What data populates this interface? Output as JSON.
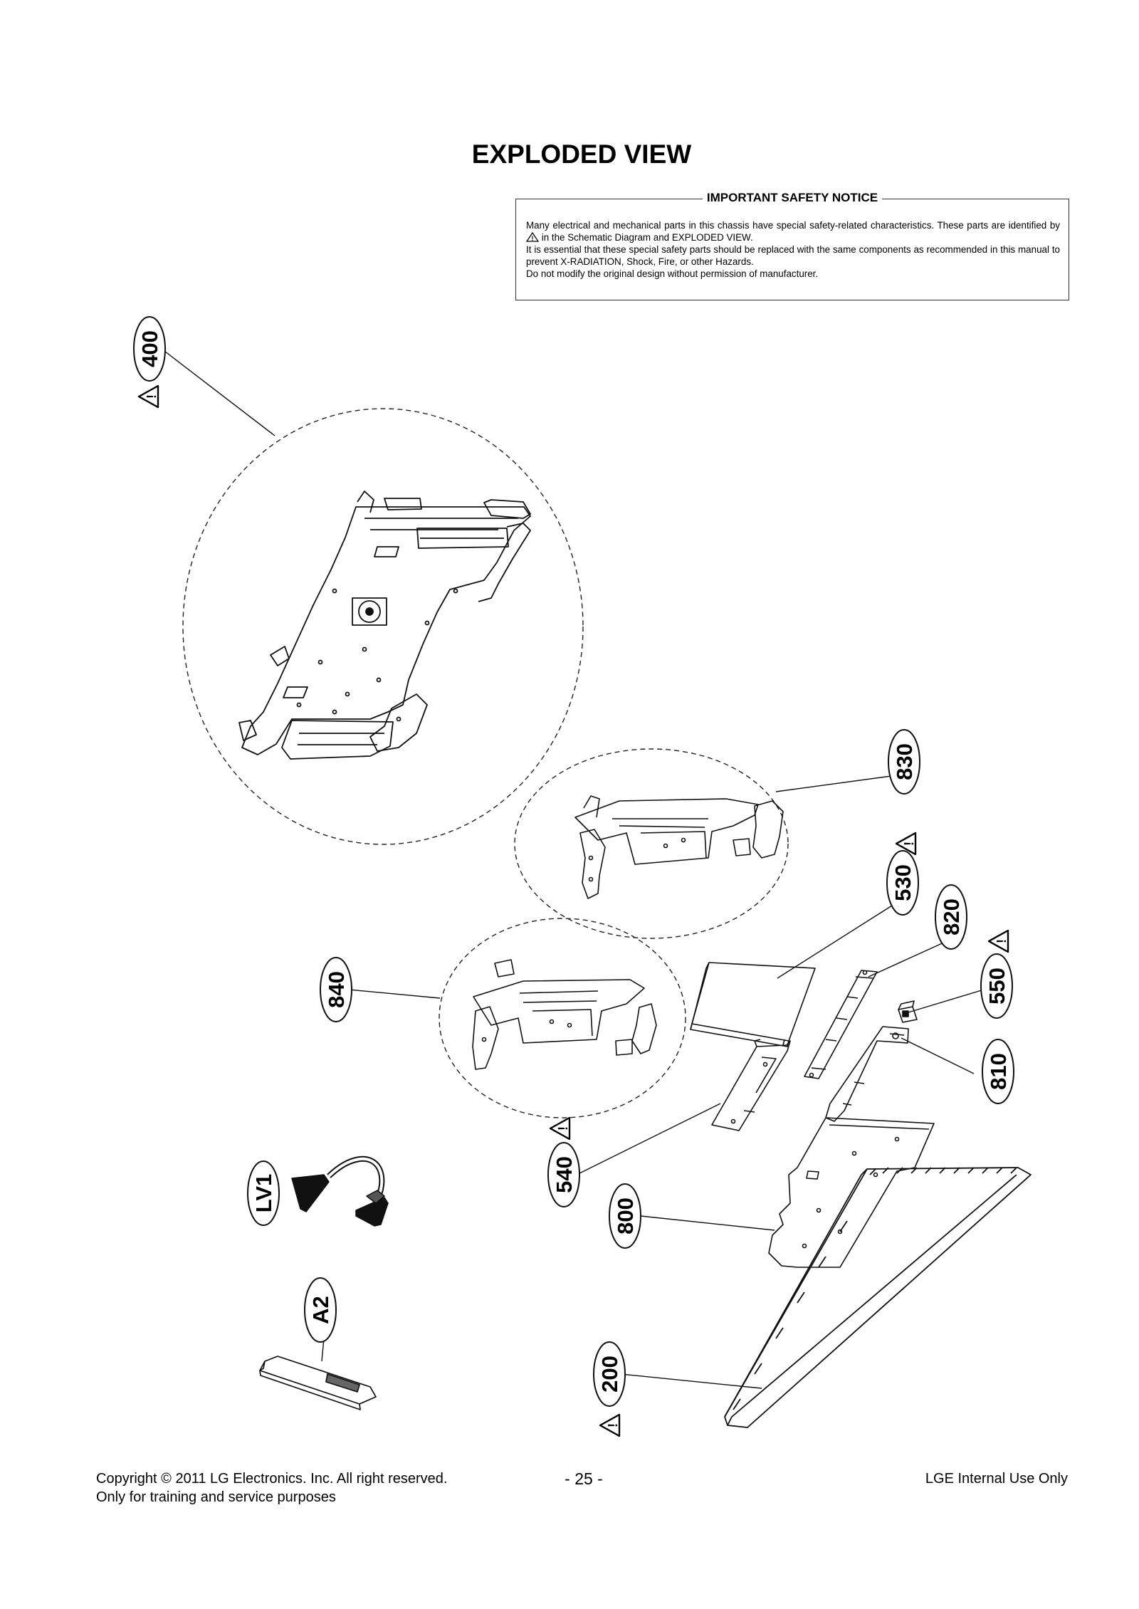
{
  "title": "EXPLODED VIEW",
  "safety_notice": {
    "heading": "IMPORTANT SAFETY NOTICE",
    "line1": "Many electrical and mechanical parts in this chassis have special safety-related characteristics. These parts are identified by",
    "line1_end": "in the Schematic Diagram and EXPLODED VIEW.",
    "line2": "It is essential that these special safety parts should be replaced with the same components as recommended in this manual to prevent X-RADIATION, Shock, Fire, or other Hazards.",
    "line3": "Do not modify the original design without permission of manufacturer."
  },
  "callouts": {
    "c400": "400",
    "c830": "830",
    "c530": "530",
    "c820": "820",
    "c550": "550",
    "c840": "840",
    "c810": "810",
    "c540": "540",
    "cLV1": "LV1",
    "c800": "800",
    "cA2": "A2",
    "c200": "200"
  },
  "warning_mark": "!",
  "footer": {
    "copyright": "Copyright  © 2011 LG Electronics. Inc. All right reserved.",
    "purpose": "Only for training and service purposes",
    "page_number": "- 25 -",
    "internal": "LGE Internal Use Only"
  }
}
